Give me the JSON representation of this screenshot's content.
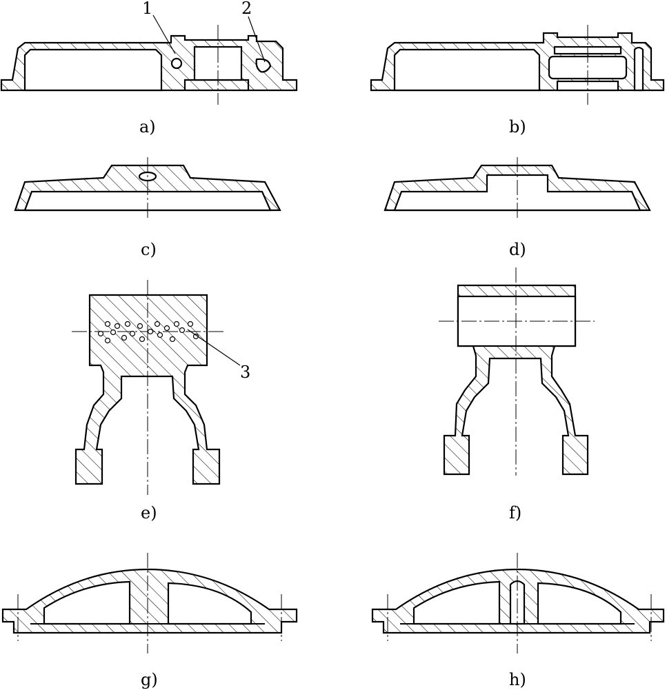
{
  "captions": {
    "a": "a)",
    "b": "b)",
    "c": "c)",
    "d": "d)",
    "e": "e)",
    "f": "f)",
    "g": "g)",
    "h": "h)"
  },
  "labels": {
    "one": "1",
    "two": "2",
    "three": "3"
  }
}
